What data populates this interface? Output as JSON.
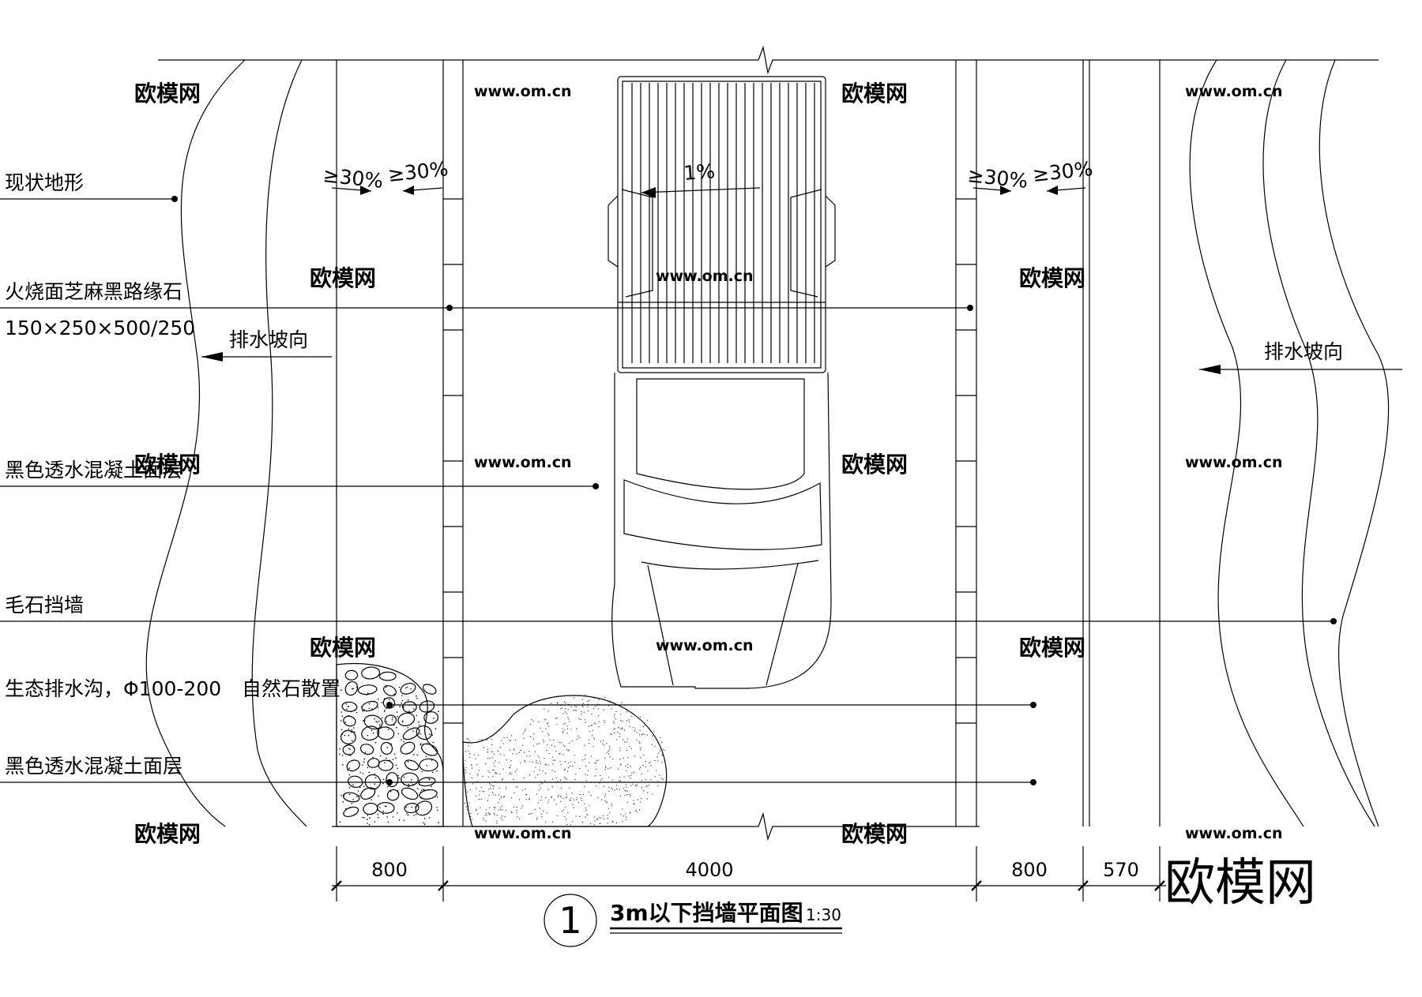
{
  "labels": {
    "existing_terrain": "现状地形",
    "curb_stone": "火烧面芝麻黑路缘石",
    "curb_stone_size": "150×250×500/250",
    "drain_slope_left": "排水坡向",
    "drain_slope_right": "排水坡向",
    "permeable_concrete_1": "黑色透水混凝土面层",
    "rubble_wall": "毛石挡墙",
    "eco_drain": "生态排水沟，Φ100-200",
    "natural_stone": "自然石散置",
    "permeable_concrete_2": "黑色透水混凝土面层"
  },
  "slopes": {
    "left_a": "≥30%",
    "left_b": "≥30%",
    "right_a": "≥30%",
    "right_b": "≥30%",
    "center": "1%"
  },
  "dimensions": [
    "800",
    "4000",
    "800",
    "570"
  ],
  "title": {
    "number": "1",
    "text": "3m以下挡墙平面图",
    "scale": "1:30"
  },
  "watermark": {
    "brand": "欧模网",
    "url": "www.om.cn"
  }
}
